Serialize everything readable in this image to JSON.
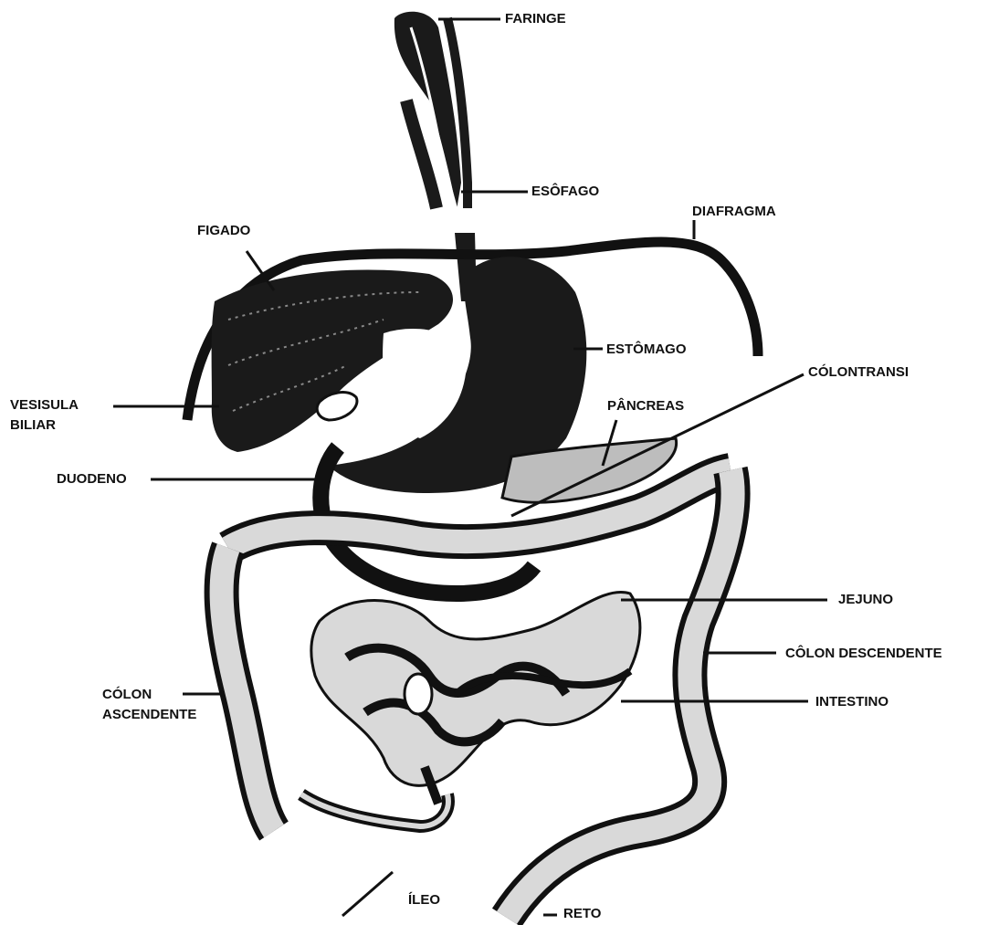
{
  "colors": {
    "ink": "#111111",
    "organ_fill": "#1a1a1a",
    "intestine_fill": "#d9d9d9",
    "background": "#ffffff"
  },
  "labels": {
    "faringe": "FARINGE",
    "esofago": "ESÔFAGO",
    "diafragma": "DIAFRAGMA",
    "figado": "FIGADO",
    "estomago": "ESTÔMAGO",
    "colontransi": "CÓLONTRANSI",
    "vesicula": "VESISULA\nBILIAR",
    "pancreas": "PÂNCREAS",
    "duodeno": "DUODENO",
    "jejuno": "JEJUNO",
    "colon_descendente": "CÔLON DESCENDENTE",
    "colon_ascendente": "CÓLON\nASCENDENTE",
    "intestino": "INTESTINO",
    "ileo": "ÍLEO",
    "reto": "RETO"
  }
}
